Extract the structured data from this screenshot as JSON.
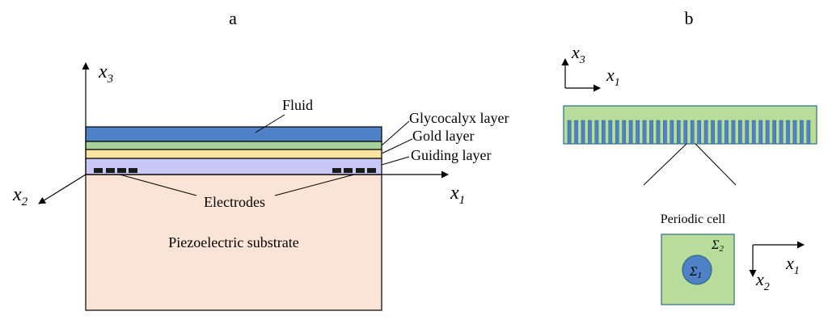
{
  "panel_a": {
    "label": "a",
    "axis_x1": "x",
    "axis_x1_sub": "1",
    "axis_x2": "x",
    "axis_x2_sub": "2",
    "axis_x3": "x",
    "axis_x3_sub": "3",
    "fluid_label": "Fluid",
    "glycocalyx_label": "Glycocalyx layer",
    "gold_label": "Gold layer",
    "guiding_label": "Guiding layer",
    "electrodes_label": "Electrodes",
    "substrate_label": "Piezoelectric substrate",
    "colors": {
      "fluid": "#4f81c7",
      "glycocalyx": "#a9cf9a",
      "gold": "#fbe3a0",
      "guiding": "#c9c8f5",
      "substrate": "#fbe3d6",
      "electrode": "#1a1a1a"
    }
  },
  "panel_b": {
    "label": "b",
    "axis_x3": "x",
    "axis_x3_sub": "3",
    "axis_x1": "x",
    "axis_x1_sub": "1",
    "cell_title": "Periodic cell",
    "sigma1": "Σ",
    "sigma1_sub": "1",
    "sigma2": "Σ",
    "sigma2_sub": "2",
    "axis2_x1": "x",
    "axis2_x1_sub": "1",
    "axis2_x2": "x",
    "axis2_x2_sub": "2",
    "colors": {
      "matrix": "#b8dd9a",
      "inclusion": "#4f81c7",
      "stroke": "#2e6b8a"
    }
  }
}
